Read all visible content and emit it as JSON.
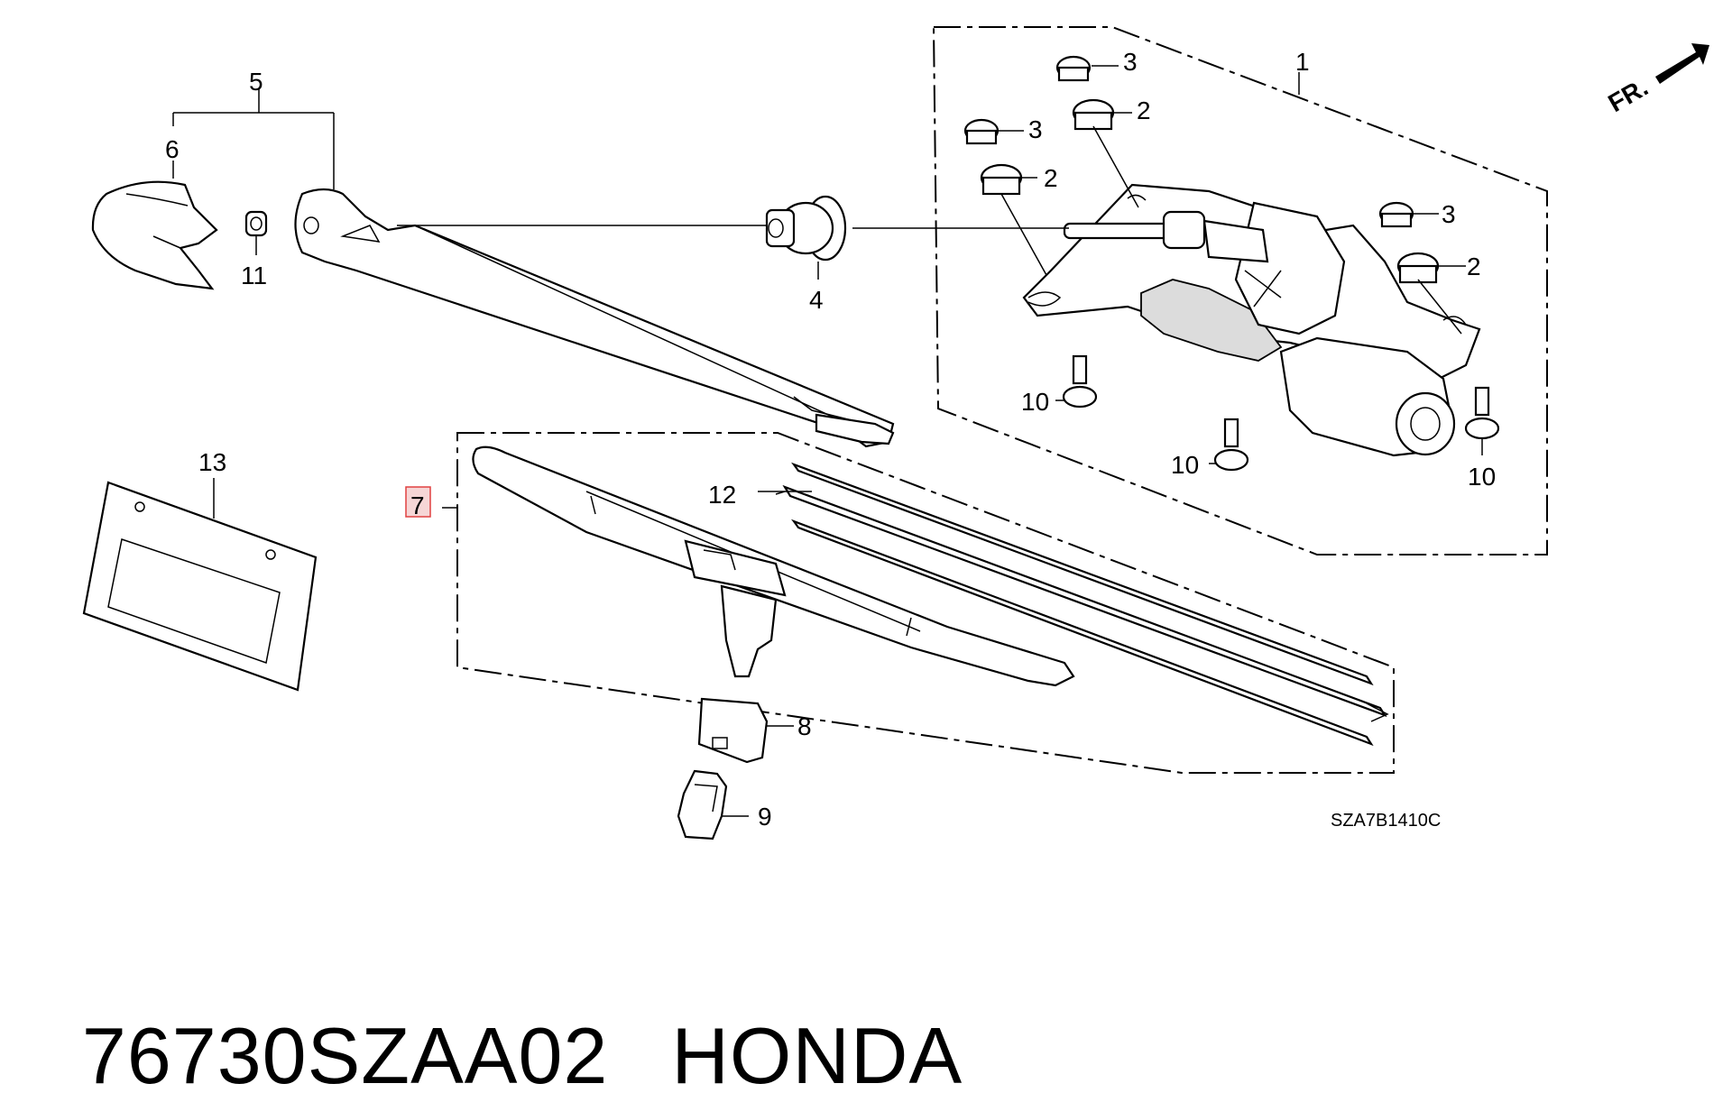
{
  "diagram": {
    "callouts": {
      "p1": "1",
      "p2a": "2",
      "p2b": "2",
      "p2c": "2",
      "p3a": "3",
      "p3b": "3",
      "p3c": "3",
      "p4": "4",
      "p5": "5",
      "p6": "6",
      "p7": "7",
      "p8": "8",
      "p9": "9",
      "p10a": "10",
      "p10b": "10",
      "p10c": "10",
      "p11": "11",
      "p12": "12",
      "p13": "13"
    },
    "direction_label": "FR.",
    "drawing_code": "SZA7B1410C",
    "highlight_color": "#e04040"
  },
  "caption": {
    "part_number": "76730SZAA02",
    "brand": "HONDA"
  }
}
